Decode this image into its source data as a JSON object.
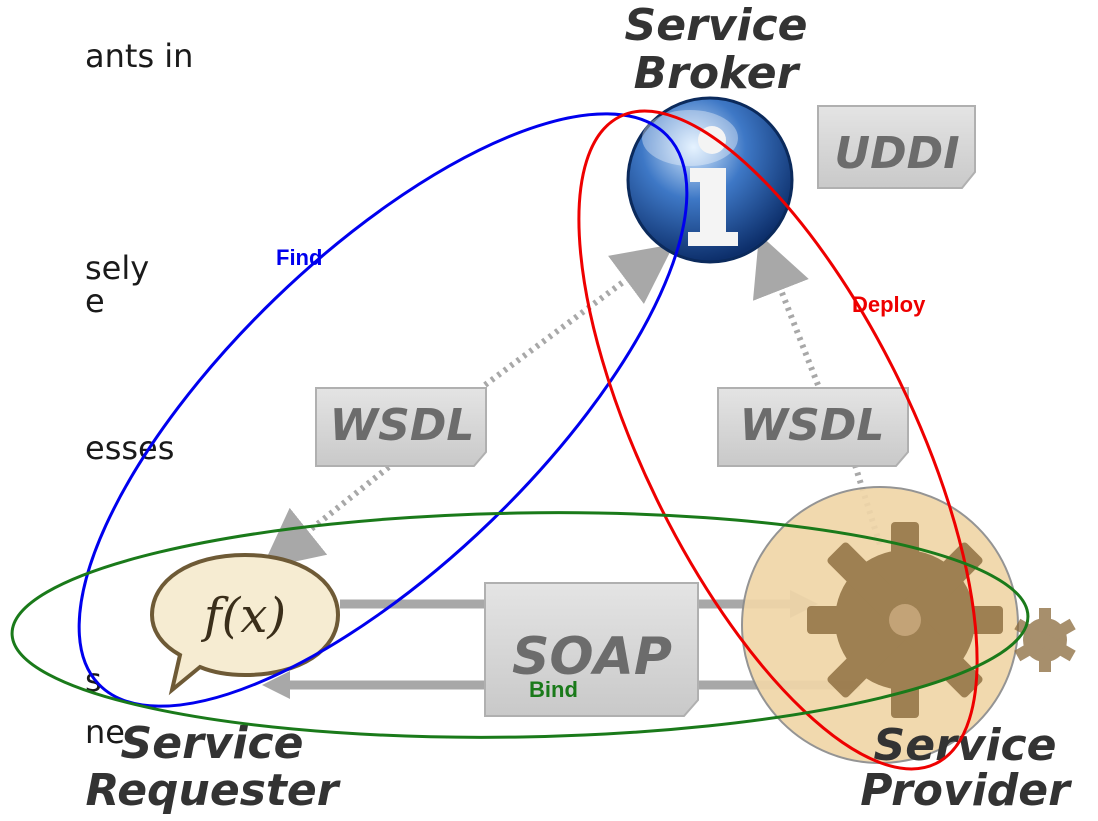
{
  "slide_text_fragments": [
    "ants in",
    "sely",
    "e",
    "esses",
    "s",
    "ne"
  ],
  "broker": {
    "title_line1": "Service",
    "title_line2": "Broker",
    "icon": "info-globe-icon",
    "registry_label": "UDDI"
  },
  "requester": {
    "title_line1": "Service",
    "title_line2": "Requester",
    "bubble_text": "f(x)",
    "icon": "function-bubble-icon"
  },
  "provider": {
    "title_line1": "Service",
    "title_line2": "Provider",
    "icon": "gear-icon"
  },
  "documents": {
    "wsdl_left": "WSDL",
    "wsdl_right": "WSDL",
    "soap": "SOAP"
  },
  "operations": {
    "find": "Find",
    "deploy": "Deploy",
    "bind": "Bind"
  },
  "colors": {
    "find": "#0000ee",
    "deploy": "#ee0000",
    "bind": "#1a7a1a",
    "doc_fill": "#d6d6d6",
    "provider_fill": "#f0d6a8"
  }
}
